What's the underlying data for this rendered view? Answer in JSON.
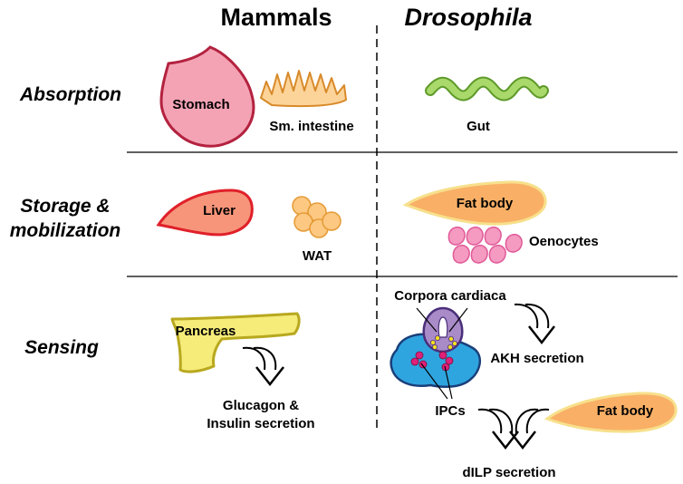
{
  "columns": {
    "left": "Mammals",
    "right": "Drosophila"
  },
  "rows": {
    "absorption": "Absorption",
    "storage_line1": "Storage &",
    "storage_line2": "mobilization",
    "sensing": "Sensing"
  },
  "mammals": {
    "stomach": "Stomach",
    "small_intestine": "Sm. intestine",
    "liver": "Liver",
    "wat": "WAT",
    "pancreas": "Pancreas",
    "secretion_line1": "Glucagon &",
    "secretion_line2": "Insulin secretion"
  },
  "drosophila": {
    "gut": "Gut",
    "fat_body": "Fat body",
    "oenocytes": "Oenocytes",
    "corpora_cardiaca": "Corpora cardiaca",
    "akh_secretion": "AKH secretion",
    "ipcs": "IPCs",
    "fat_body_sensing": "Fat body",
    "dilp_secretion": "dILP secretion"
  },
  "colors": {
    "stomach_fill": "#f4a3b5",
    "stomach_stroke": "#b3223f",
    "intestine_fill": "#fcd49a",
    "intestine_stroke": "#d88a2a",
    "gut_fill": "#a9d86b",
    "gut_stroke": "#5e9a2a",
    "liver_fill": "#f6957a",
    "liver_stroke": "#e0202a",
    "wat_fill": "#fcc882",
    "wat_stroke": "#e59a35",
    "fatbody_fill": "#f9b066",
    "fatbody_stroke": "#f7e08c",
    "oenocyte_fill": "#f59ac0",
    "oenocyte_stroke": "#e05a98",
    "pancreas_fill": "#f5ec7a",
    "pancreas_stroke": "#b8a81f",
    "cc_fill": "#a98bc8",
    "cc_stroke": "#4a2f7a",
    "brain_fill": "#2fa5e0",
    "brain_stroke": "#1a3f7a",
    "ipc_fill": "#e0207a",
    "granule_fill": "#f5e020"
  }
}
